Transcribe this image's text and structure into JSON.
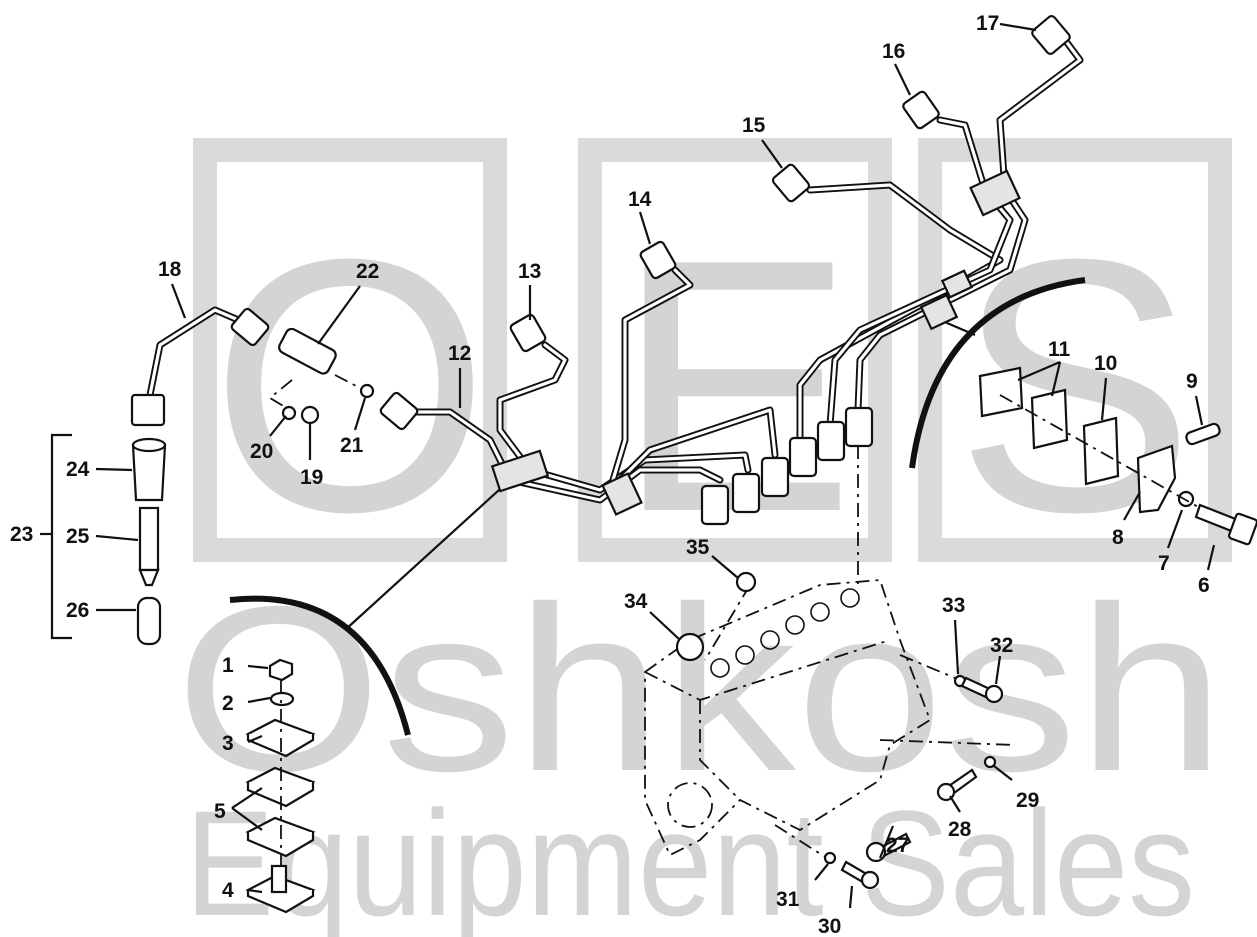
{
  "watermark": {
    "letters": [
      "O",
      "E",
      "S"
    ],
    "line1": "Oshkosh",
    "line2": "Equipment Sales"
  },
  "callouts": {
    "c1": "1",
    "c2": "2",
    "c3": "3",
    "c4": "4",
    "c5": "5",
    "c6": "6",
    "c7": "7",
    "c8": "8",
    "c9": "9",
    "c10": "10",
    "c11": "11",
    "c12": "12",
    "c13": "13",
    "c14": "14",
    "c15": "15",
    "c16": "16",
    "c17": "17",
    "c18": "18",
    "c19": "19",
    "c20": "20",
    "c21": "21",
    "c22": "22",
    "c23": "23",
    "c24": "24",
    "c25": "25",
    "c26": "26",
    "c27": "27",
    "c28": "28",
    "c29": "29",
    "c30": "30",
    "c31": "31",
    "c32": "32",
    "c33": "33",
    "c34": "34",
    "c35": "35"
  }
}
